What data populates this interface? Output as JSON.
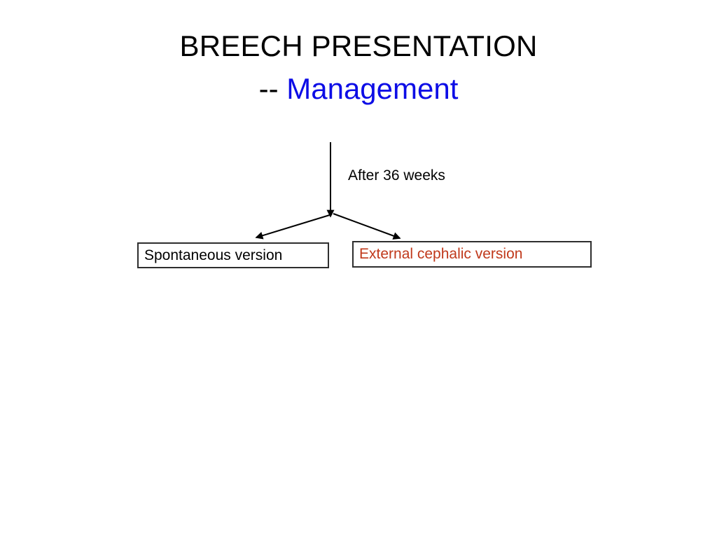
{
  "slide": {
    "background_color": "#FFFFFF",
    "title": {
      "line1": "BREECH PRESENTATION",
      "line2_prefix": "--",
      "line2_accent": "Management",
      "accent_color": "#0D0DE6",
      "base_color": "#000000"
    }
  },
  "diagram": {
    "type": "flowchart",
    "orientation": "top-down",
    "root_connector": {
      "name": "timing-arrow",
      "label": "After 36 weeks",
      "label_color": "#000000"
    },
    "branches": [
      {
        "id": "spontaneous",
        "label": "Spontaneous version",
        "text_color": "#000000",
        "border_color": "#2E2E2E"
      },
      {
        "id": "external-cephalic",
        "label": "External cephalic version",
        "text_color": "#C0391B",
        "border_color": "#2E2E2E"
      }
    ]
  }
}
